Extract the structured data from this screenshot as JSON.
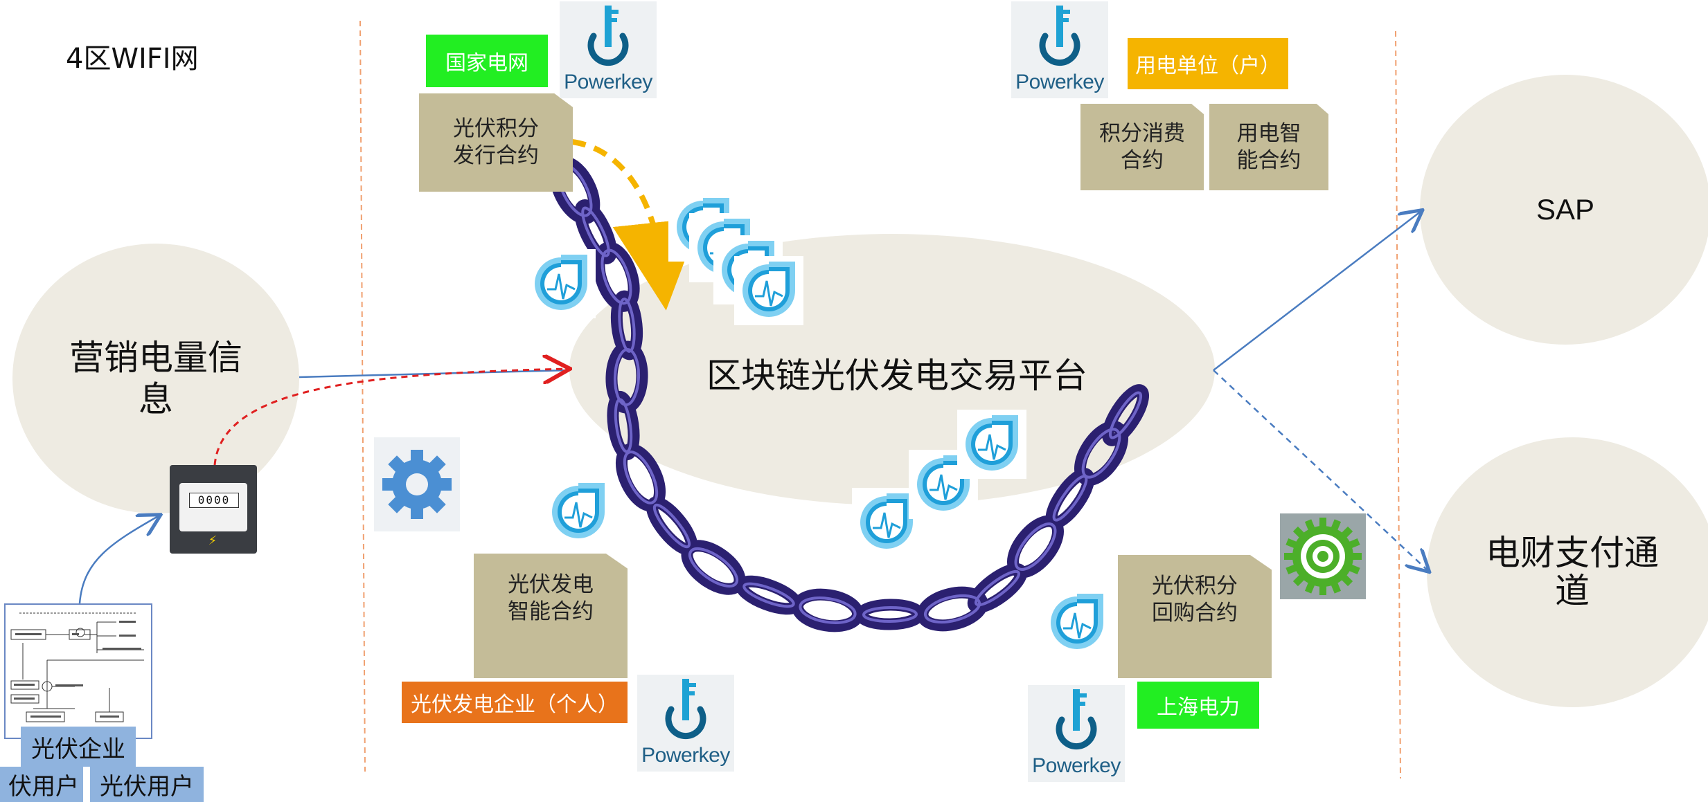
{
  "title": "4区WIFI网",
  "platform": "区块链光伏发电交易平台",
  "left_circle": {
    "line1": "营销电量信",
    "line2": "息"
  },
  "sap": "SAP",
  "payment": {
    "line1": "电财支付通",
    "line2": "道"
  },
  "contracts": {
    "issue": {
      "line1": "光伏积分",
      "line2": "发行合约"
    },
    "consume": {
      "line1": "积分消费",
      "line2": "合约"
    },
    "smart_use": {
      "line1": "用电智",
      "line2": "能合约"
    },
    "pv_smart": {
      "line1": "光伏发电",
      "line2": "智能合约"
    },
    "buyback": {
      "line1": "光伏积分",
      "line2": "回购合约"
    }
  },
  "tags": {
    "state_grid": "国家电网",
    "consumer": "用电单位（户）",
    "pv_company": "光伏发电企业（个人）",
    "shanghai_power": "上海电力"
  },
  "powerkey": "Powerkey",
  "meter": {
    "digits": "0000"
  },
  "bottom_left": {
    "company": "光伏企业",
    "user1": "伏用户",
    "user2": "光伏用户"
  },
  "colors": {
    "circle": "#eeebe2",
    "contract": "#c4bc98",
    "green_tag": "#22ee22",
    "orange_tag": "#f5b400",
    "dark_orange_tag": "#e8731b",
    "chain": "#2b2070",
    "arrow_blue": "#4a7cc0",
    "dashed_red": "#e02020",
    "dashed_yellow": "#f5b400"
  }
}
